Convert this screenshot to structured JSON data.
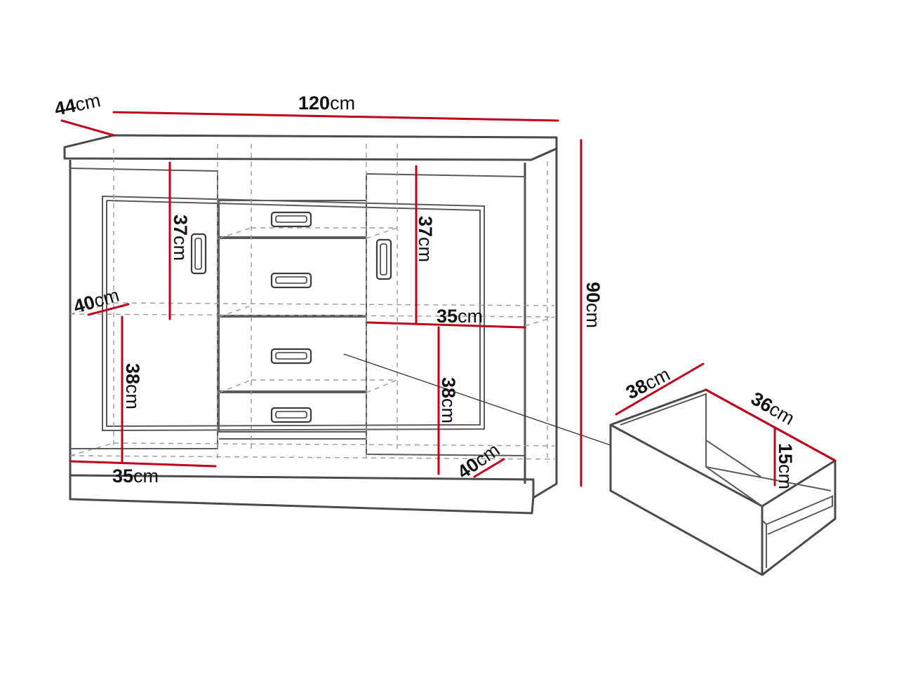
{
  "colors": {
    "dimension_line": "#c0001a",
    "outline": "#4a4a4a",
    "hidden_line": "#9a9a9a",
    "text": "#111111",
    "background": "#ffffff"
  },
  "dimensions": {
    "depth": {
      "value": "44",
      "unit": "cm"
    },
    "width": {
      "value": "120",
      "unit": "cm"
    },
    "height": {
      "value": "90",
      "unit": "cm"
    },
    "left_upper_height": {
      "value": "37",
      "unit": "cm"
    },
    "right_upper_height": {
      "value": "37",
      "unit": "cm"
    },
    "left_shelf_depth": {
      "value": "40",
      "unit": "cm"
    },
    "right_shelf_width": {
      "value": "35",
      "unit": "cm"
    },
    "left_lower_height": {
      "value": "38",
      "unit": "cm"
    },
    "right_lower_height": {
      "value": "38",
      "unit": "cm"
    },
    "left_bottom_width": {
      "value": "35",
      "unit": "cm"
    },
    "right_bottom_depth": {
      "value": "40",
      "unit": "cm"
    },
    "drawer_width": {
      "value": "38",
      "unit": "cm"
    },
    "drawer_depth": {
      "value": "36",
      "unit": "cm"
    },
    "drawer_height": {
      "value": "15",
      "unit": "cm"
    }
  }
}
